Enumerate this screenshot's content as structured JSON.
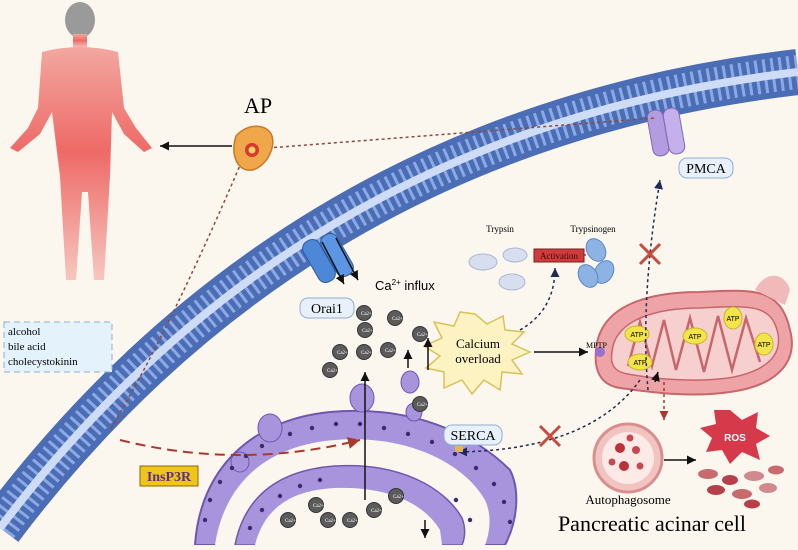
{
  "labels": {
    "ap": "AP",
    "pmca": "PMCA",
    "trypsin": "Trypsin",
    "trypsinogen": "Trypsinogen",
    "activation": "Activation",
    "orai1": "Orai1",
    "ca_influx": "Ca",
    "ca_influx_sup": "2+",
    "ca_influx_suffix": " influx",
    "calcium_overload_line1": "Calcium",
    "calcium_overload_line2": "overload",
    "mptp": "MPTP",
    "atp": "ATP",
    "serca": "SERCA",
    "insp3r": "InsP3R",
    "ros": "ROS",
    "autophagosome": "Autophagosome",
    "cell_title": "Pancreatic acinar cell",
    "ca_ion": "Ca",
    "ca_ion_sup": "2+"
  },
  "triggers": [
    "alcohol",
    "bile acid",
    "cholecystokinin"
  ],
  "colors": {
    "background": "#fbf7ef",
    "membrane": "#5b7fc7",
    "channel": "#4d88d8",
    "pmca": "#b39ce0",
    "er": "#9a84cf",
    "mitochondria": "#e9989c",
    "atp": "#f2e44a",
    "insp3r_box": "#f0c419",
    "ros": "#d63a4a",
    "block_x": "#c84b3b"
  }
}
